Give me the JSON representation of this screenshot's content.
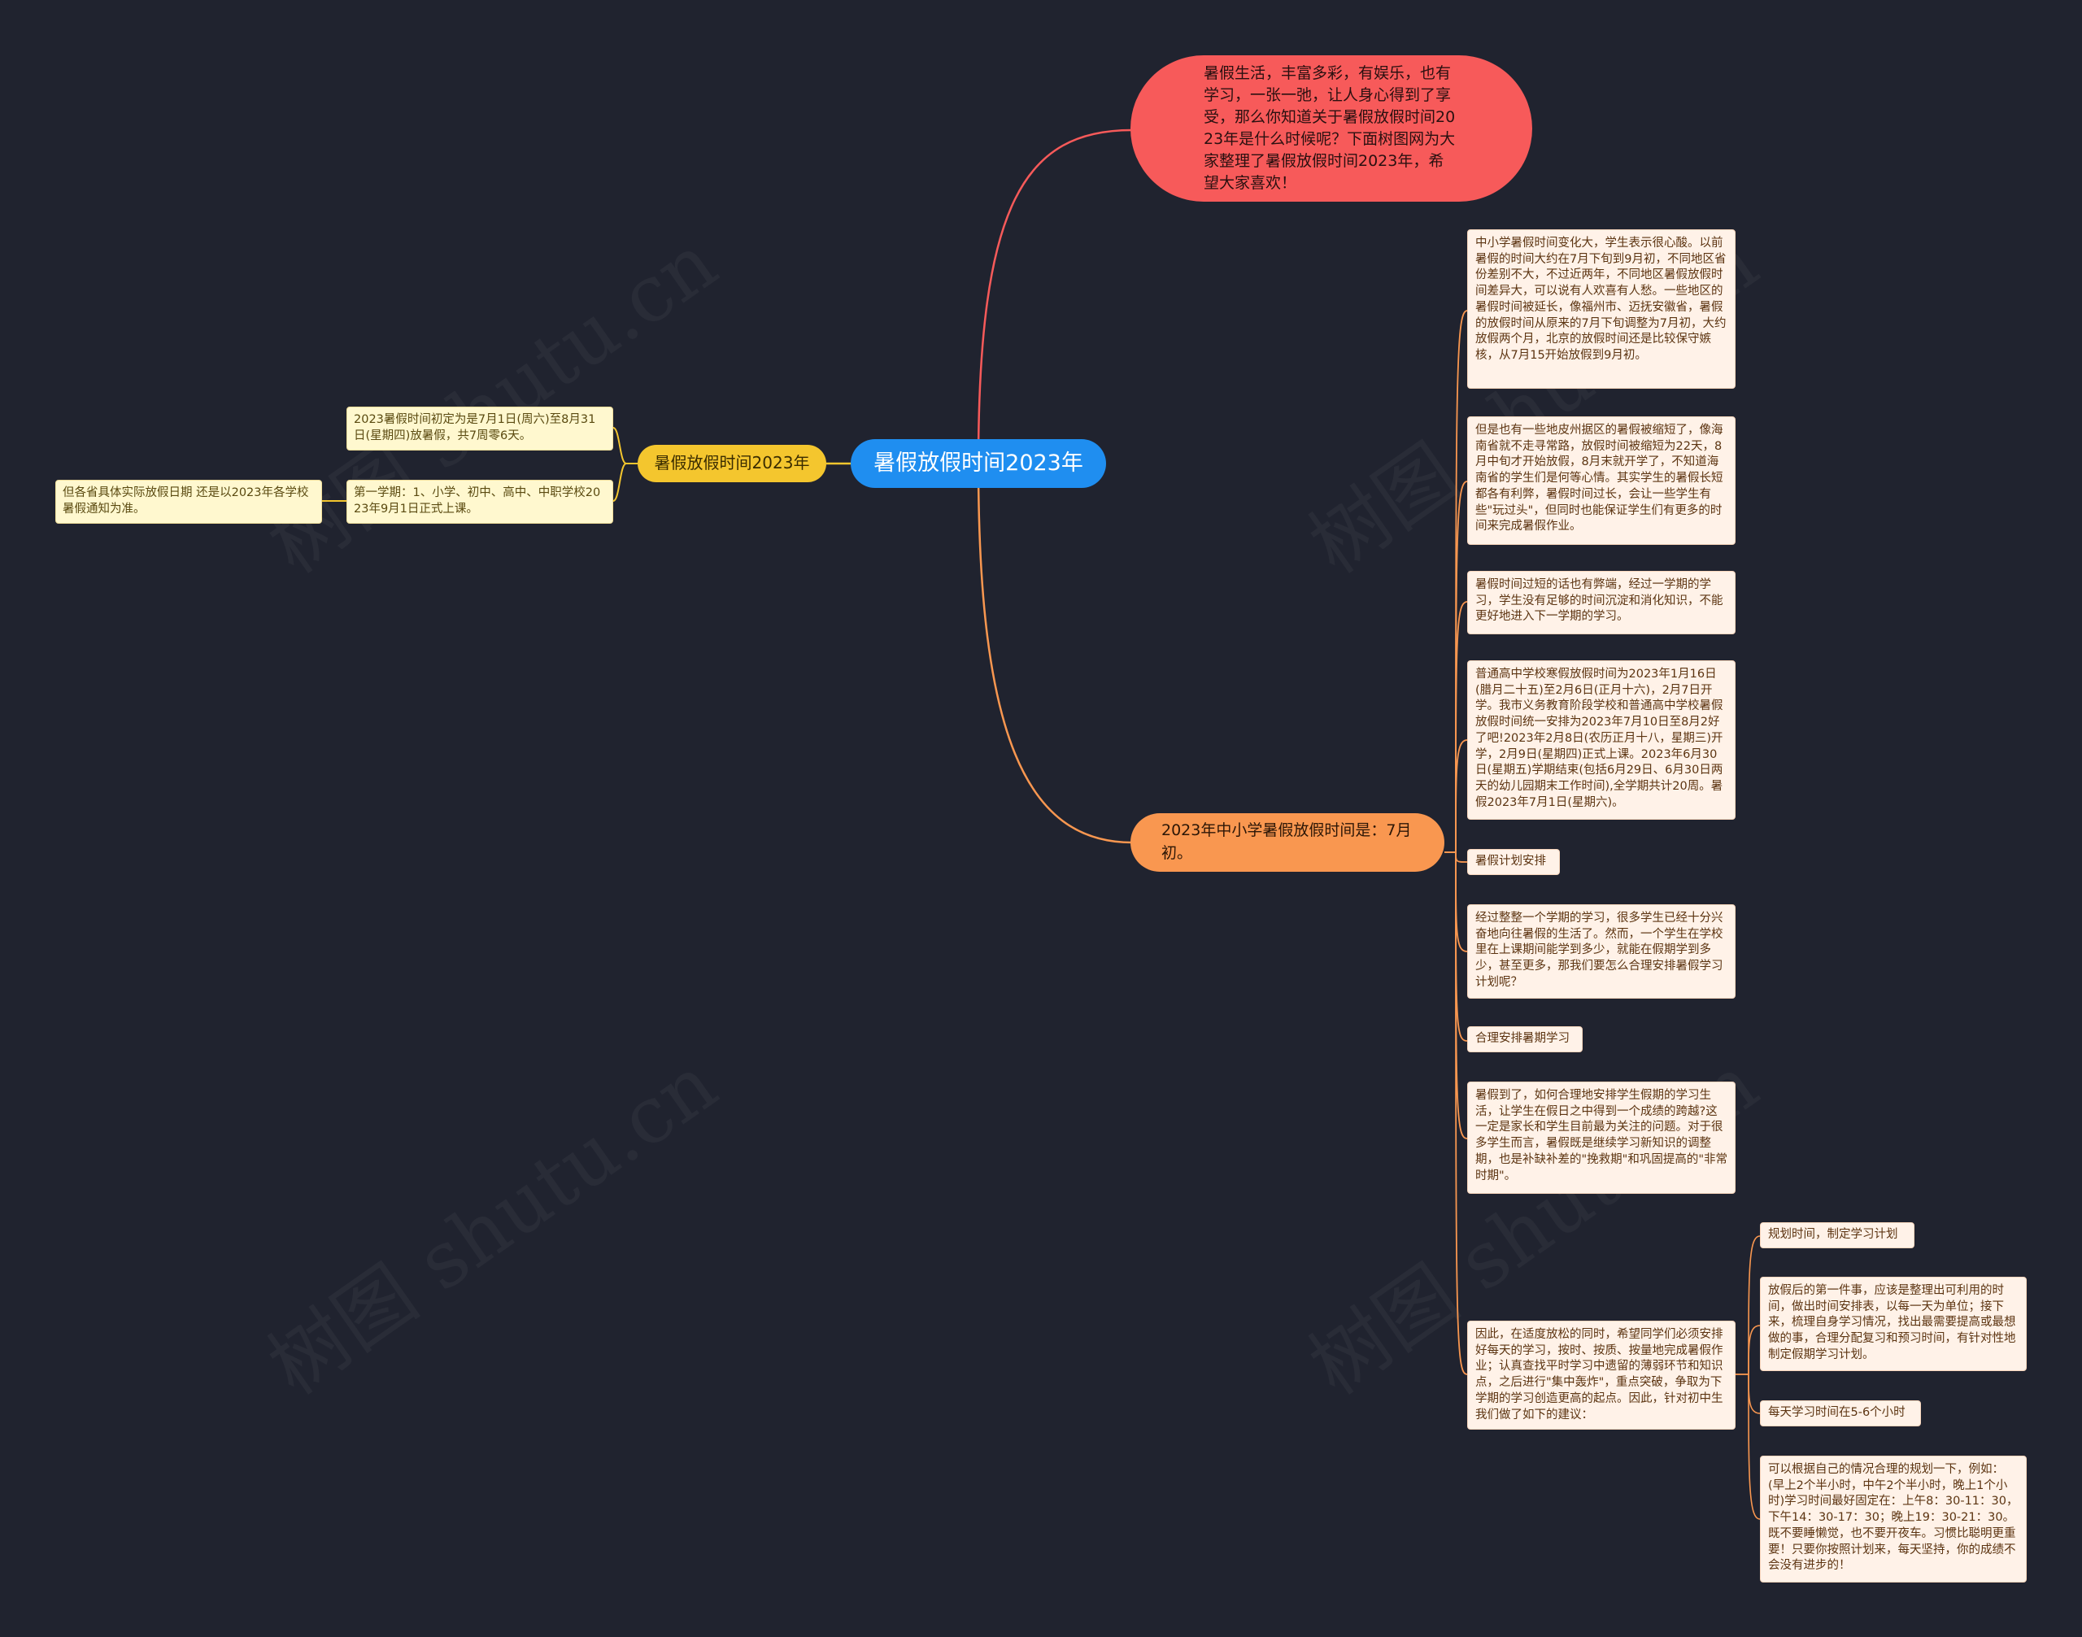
{
  "watermark": "树图 shutu.cn",
  "colors": {
    "background": "#20232f",
    "root": "#1f8ef0",
    "intro_branch": "#f75a5a",
    "yellow_branch": "#f4c62e",
    "orange_branch": "#f99750",
    "leaf_yellow": "#fff8cf",
    "leaf_orange": "#fff2e8"
  },
  "root": {
    "label": "暑假放假时间2023年"
  },
  "intro": {
    "text": "暑假生活，丰富多彩，有娱乐，也有学习，一张一弛，让人身心得到了享受，那么你知道关于暑假放假时间2023年是什么时候呢？下面树图网为大家整理了暑假放假时间2023年，希望大家喜欢！"
  },
  "left_branch": {
    "label": "暑假放假时间2023年",
    "items": [
      {
        "text": "2023暑假时间初定为是7月1日(周六)至8月31日(星期四)放暑假，共7周零6天。"
      },
      {
        "text": "第一学期：1、小学、初中、高中、中职学校2023年9月1日正式上课。"
      }
    ],
    "sub_note": {
      "text": "但各省具体实际放假日期 还是以2023年各学校暑假通知为准。"
    }
  },
  "right_branch": {
    "label": "2023年中小学暑假放假时间是：7月初。",
    "items": [
      {
        "text": "中小学暑假时间变化大，学生表示很心酸。以前暑假的时间大约在7月下旬到9月初，不同地区省份差别不大，不过近两年，不同地区暑假放假时间差异大，可以说有人欢喜有人愁。一些地区的暑假时间被延长，像福州市、迈抚安徽省，暑假的放假时间从原来的7月下旬调整为7月初，大约放假两个月，北京的放假时间还是比较保守嫉核，从7月15开始放假到9月初。"
      },
      {
        "text": "但是也有一些地皮州据区的暑假被缩短了，像海南省就不走寻常路，放假时间被缩短为22天，8月中旬才开始放假，8月末就开学了，不知道海南省的学生们是何等心情。其实学生的暑假长短都各有利弊，暑假时间过长，会让一些学生有些\"玩过头\"，但同时也能保证学生们有更多的时间来完成暑假作业。"
      },
      {
        "text": "暑假时间过短的话也有弊端，经过一学期的学习，学生没有足够的时间沉淀和消化知识，不能更好地进入下一学期的学习。"
      },
      {
        "text": "普通高中学校寒假放假时间为2023年1月16日(腊月二十五)至2月6日(正月十六)，2月7日开学。我市义务教育阶段学校和普通高中学校暑假放假时间统一安排为2023年7月10日至8月2好了吧!2023年2月8日(农历正月十八，星期三)开学，2月9日(星期四)正式上课。2023年6月30日(星期五)学期结束(包括6月29日、6月30日两天的幼儿园期末工作时间),全学期共计20周。暑假2023年7月1日(星期六)。"
      },
      {
        "text": "暑假计划安排"
      },
      {
        "text": "经过整整一个学期的学习，很多学生已经十分兴奋地向往暑假的生活了。然而，一个学生在学校里在上课期间能学到多少，就能在假期学到多少，甚至更多，那我们要怎么合理安排暑假学习计划呢？"
      },
      {
        "text": "合理安排暑期学习"
      },
      {
        "text": "暑假到了，如何合理地安排学生假期的学习生活，让学生在假日之中得到一个成绩的跨越?这一定是家长和学生目前最为关注的问题。对于很多学生而言，暑假既是继续学习新知识的调整期，也是补缺补差的\"挽救期\"和巩固提高的\"非常时期\"。"
      },
      {
        "text": "因此，在适度放松的同时，希望同学们必须安排好每天的学习，按时、按质、按量地完成暑假作业；认真查找平时学习中遗留的薄弱环节和知识点，之后进行\"集中轰炸\"，重点突破，争取为下学期的学习创造更高的起点。因此，针对初中生我们做了如下的建议："
      }
    ],
    "sub_items": [
      {
        "text": "规划时间，制定学习计划"
      },
      {
        "text": "放假后的第一件事，应该是整理出可利用的时间，做出时间安排表，以每一天为单位；接下来，梳理自身学习情况，找出最需要提高或最想做的事，合理分配复习和预习时间，有针对性地制定假期学习计划。"
      },
      {
        "text": "每天学习时间在5-6个小时"
      },
      {
        "text": "可以根据自己的情况合理的规划一下，例如：(早上2个半小时，中午2个半小时，晚上1个小时)学习时间最好固定在：上午8：30-11：30，下午14：30-17：30；晚上19：30-21：30。既不要睡懒觉，也不要开夜车。习惯比聪明更重要！只要你按照计划来，每天坚持，你的成绩不会没有进步的！"
      }
    ]
  }
}
